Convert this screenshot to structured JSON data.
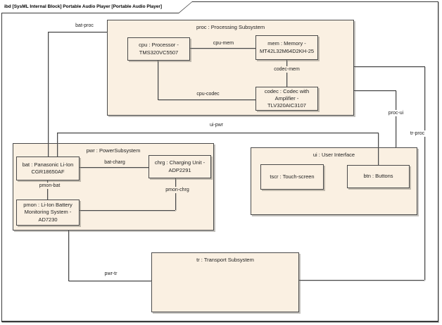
{
  "frame": {
    "title": "ibd [SysML Internal Block] Portable Audio Player [Portable Audio Player]"
  },
  "colors": {
    "block_fill": "#faf0e2",
    "block_border": "#4a4a4a",
    "connector": "#4a4a4a",
    "background": "#ffffff"
  },
  "blocks": {
    "proc": {
      "title": "proc : Processing Subsystem"
    },
    "cpu": {
      "label": "cpu : Processor - TMS320VC5507"
    },
    "mem": {
      "label": "mem : Memory - MT42L32M64D2KH-25"
    },
    "codec": {
      "label": "codec : Codec with Amplifier - TLV320AIC3107"
    },
    "pwr": {
      "title": "pwr : PowerSubsystem"
    },
    "bat": {
      "label": "bat : Panasonic Li-Ion CGR18650AF"
    },
    "chrg": {
      "label": "chrg : Charging Unit - ADP2291"
    },
    "pmon": {
      "label": "pmon : Li-Ion Battery Monitoring System - AD7230"
    },
    "ui": {
      "title": "ui : User Interface"
    },
    "tscr": {
      "label": "tscr : Touch-screen"
    },
    "btn": {
      "label": "btn : Buttons"
    },
    "tr": {
      "title": "tr : Transport Subsystem"
    }
  },
  "connectors": {
    "bat_proc": "bat-proc",
    "ui_pwr": "ui-pwr",
    "proc_ui": "proc-ui",
    "tr_proc": "tr-proc",
    "pwr_tr": "pwr-tr",
    "cpu_mem": "cpu-mem",
    "codec_mem": "codec-mem",
    "cpu_codec": "cpu-codec",
    "bat_charg": "bat-charg",
    "pmon_bat": "pmon-bat",
    "pmon_chrg": "pmon-chrg"
  }
}
